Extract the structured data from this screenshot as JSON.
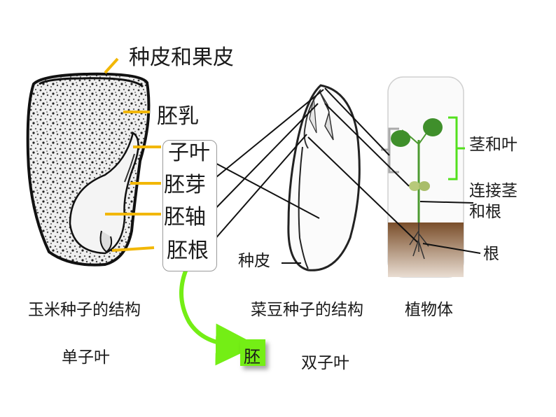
{
  "corn": {
    "labels": {
      "seed_coat_pericarp": "种皮和果皮",
      "endosperm": "胚乳",
      "cotyledon": "子叶",
      "plumule": "胚芽",
      "hypocotyl": "胚轴",
      "radicle": "胚根"
    },
    "caption": "玉米种子的结构",
    "type": "单子叶"
  },
  "bean": {
    "seed_coat": "种皮",
    "caption": "菜豆种子的结构",
    "type": "双子叶"
  },
  "plant": {
    "stem_leaf": "茎和叶",
    "connect_line1": "连接茎",
    "connect_line2": "和根",
    "root": "根",
    "caption": "植物体"
  },
  "embryo": "胚",
  "colors": {
    "pointer": "#f2b705",
    "bracket": "#53e01d",
    "arrow": "#74ee15",
    "leaf": "#3f8f2b",
    "soil": "#8a5a32"
  }
}
